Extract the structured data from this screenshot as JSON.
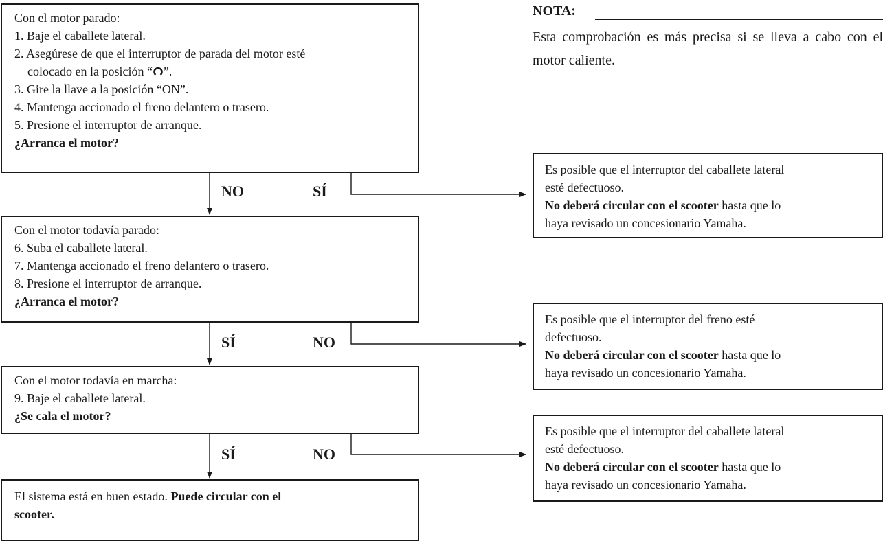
{
  "note": {
    "title": "NOTA:",
    "text": "Esta comprobación es más precisa si se lleva a cabo con el motor caliente."
  },
  "step1": {
    "lines": [
      "Con el motor parado:",
      "1. Baje el caballete lateral.",
      "2. Asegúrese de que el interruptor de parada del motor esté",
      "3. Gire la llave a la posición “ON”.",
      "4. Mantenga accionado el freno delantero o trasero.",
      "5. Presione el interruptor de arranque."
    ],
    "line2_cont_pre": "colocado en la posición “",
    "line2_cont_post": "”.",
    "question": "¿Arranca el motor?",
    "label_down": "NO",
    "label_right": "SÍ"
  },
  "step2": {
    "lines": [
      "Con el motor todavía parado:",
      "6. Suba el caballete lateral.",
      "7. Mantenga accionado el freno delantero o trasero.",
      "8. Presione el interruptor de arranque."
    ],
    "question": "¿Arranca el motor?",
    "label_down": "SÍ",
    "label_right": "NO"
  },
  "step3": {
    "lines": [
      "Con el motor todavía en marcha:",
      "9. Baje el caballete lateral."
    ],
    "question": "¿Se cala el motor?",
    "label_down": "SÍ",
    "label_right": "NO"
  },
  "final": {
    "text": "El sistema está en buen estado.",
    "bold_1": "Puede circular con el",
    "bold_2": "scooter."
  },
  "result1": {
    "line1": "Es posible que el interruptor del caballete lateral",
    "line2": "esté defectuoso.",
    "bold": "No deberá circular con el scooter",
    "after": " hasta que lo",
    "line4": "haya revisado un concesionario Yamaha."
  },
  "result2": {
    "line1": "Es posible que el interruptor del freno esté",
    "line2": "defectuoso.",
    "bold": "No deberá circular con el scooter",
    "after": " hasta que lo",
    "line4": "haya revisado un concesionario Yamaha."
  },
  "result3": {
    "line1": "Es posible que el interruptor del caballete lateral",
    "line2": "esté defectuoso.",
    "bold": "No deberá circular con el scooter",
    "after": " hasta que lo",
    "line4": "haya revisado un concesionario Yamaha."
  },
  "icons": {
    "engine_stop_symbol": "engine-run-icon"
  }
}
